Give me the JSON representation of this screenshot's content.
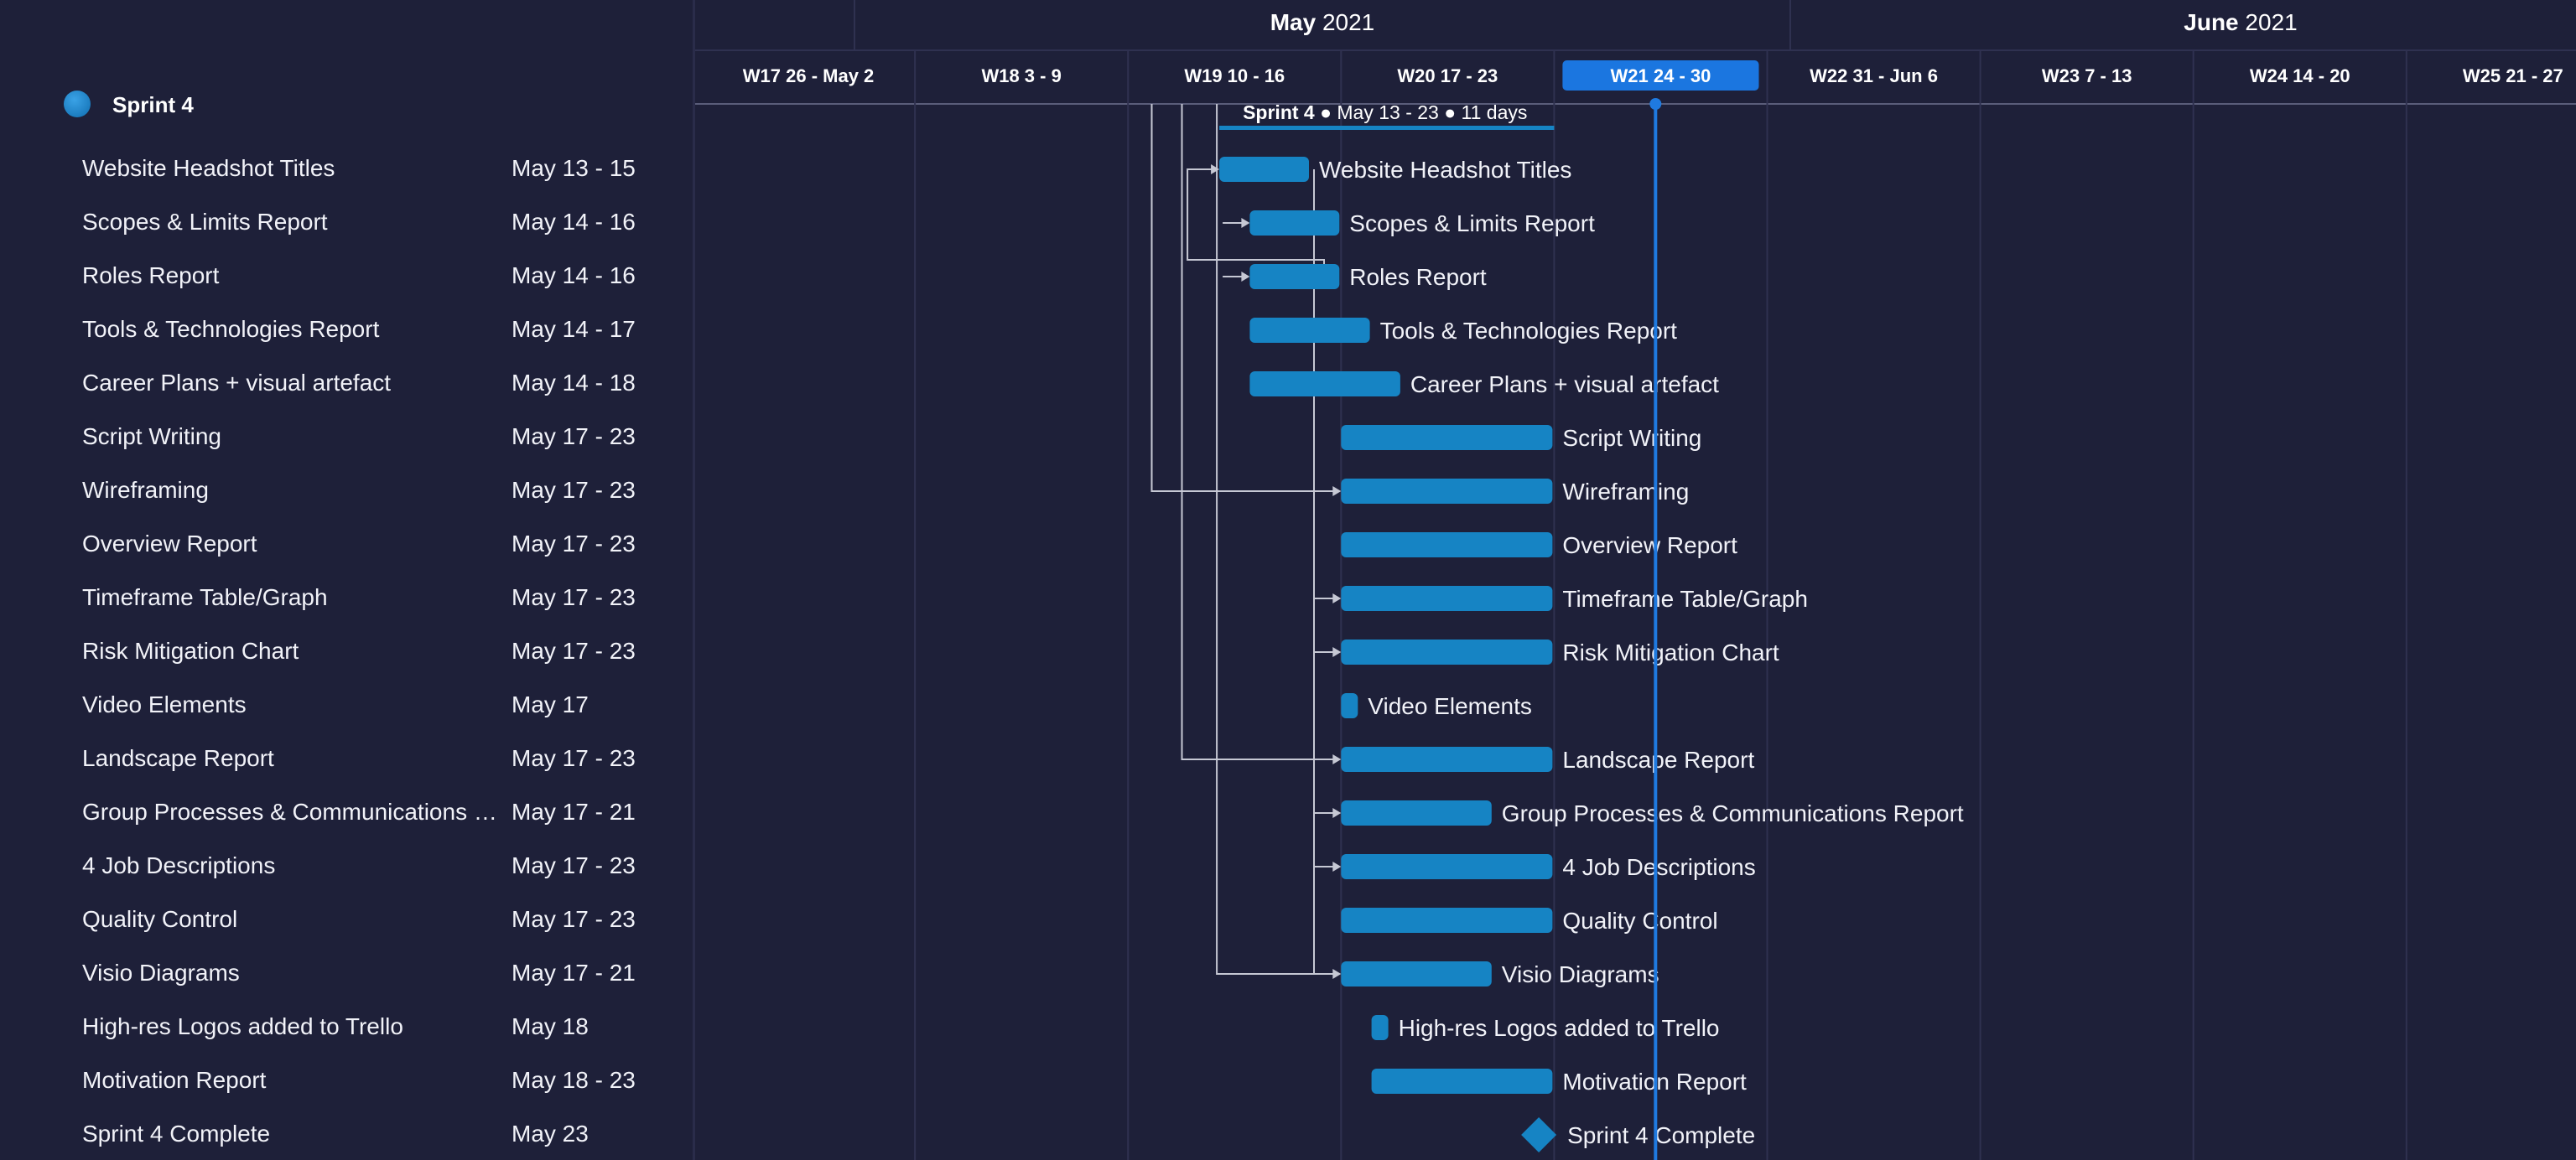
{
  "sprint": {
    "name": "Sprint 4",
    "summary": " ● May 13 - 23 ● 11 days"
  },
  "months": [
    {
      "bold": "May",
      "year": " 2021"
    },
    {
      "bold": "June",
      "year": " 2021"
    }
  ],
  "weeks": [
    {
      "code": "W17",
      "range": "26 - May 2"
    },
    {
      "code": "W18",
      "range": "3 - 9"
    },
    {
      "code": "W19",
      "range": "10 - 16"
    },
    {
      "code": "W20",
      "range": "17 - 23"
    },
    {
      "code": "W21",
      "range": "24 - 30",
      "current": true
    },
    {
      "code": "W22",
      "range": "31 - Jun 6"
    },
    {
      "code": "W23",
      "range": "7 - 13"
    },
    {
      "code": "W24",
      "range": "14 - 20"
    },
    {
      "code": "W25",
      "range": "21 - 27"
    }
  ],
  "tasks": [
    {
      "name": "Website Headshot Titles",
      "dates": "May 13 - 15",
      "start": "2021-05-13",
      "end": "2021-05-15"
    },
    {
      "name": "Scopes & Limits Report",
      "dates": "May 14 - 16",
      "start": "2021-05-14",
      "end": "2021-05-16"
    },
    {
      "name": "Roles Report",
      "dates": "May 14 - 16",
      "start": "2021-05-14",
      "end": "2021-05-16"
    },
    {
      "name": "Tools & Technologies Report",
      "dates": "May 14 - 17",
      "start": "2021-05-14",
      "end": "2021-05-17"
    },
    {
      "name": "Career Plans + visual artefact",
      "dates": "May 14 - 18",
      "start": "2021-05-14",
      "end": "2021-05-18"
    },
    {
      "name": "Script Writing",
      "dates": "May 17 - 23",
      "start": "2021-05-17",
      "end": "2021-05-23"
    },
    {
      "name": "Wireframing",
      "dates": "May 17 - 23",
      "start": "2021-05-17",
      "end": "2021-05-23"
    },
    {
      "name": "Overview Report",
      "dates": "May 17 - 23",
      "start": "2021-05-17",
      "end": "2021-05-23"
    },
    {
      "name": "Timeframe Table/Graph",
      "dates": "May 17 - 23",
      "start": "2021-05-17",
      "end": "2021-05-23"
    },
    {
      "name": "Risk Mitigation Chart",
      "dates": "May 17 - 23",
      "start": "2021-05-17",
      "end": "2021-05-23"
    },
    {
      "name": "Video Elements",
      "dates": "May 17",
      "start": "2021-05-17",
      "end": "2021-05-17"
    },
    {
      "name": "Landscape Report",
      "dates": "May 17 - 23",
      "start": "2021-05-17",
      "end": "2021-05-23"
    },
    {
      "name": "Group Processes & Communications Report",
      "dates": "May 17 - 21",
      "start": "2021-05-17",
      "end": "2021-05-21"
    },
    {
      "name": "4 Job Descriptions",
      "dates": "May 17 - 23",
      "start": "2021-05-17",
      "end": "2021-05-23"
    },
    {
      "name": "Quality Control",
      "dates": "May 17 - 23",
      "start": "2021-05-17",
      "end": "2021-05-23"
    },
    {
      "name": "Visio Diagrams",
      "dates": "May 17 - 21",
      "start": "2021-05-17",
      "end": "2021-05-21"
    },
    {
      "name": "High-res Logos added to Trello",
      "dates": "May 18",
      "start": "2021-05-18",
      "end": "2021-05-18"
    },
    {
      "name": "Motivation Report",
      "dates": "May 18 - 23",
      "start": "2021-05-18",
      "end": "2021-05-23"
    },
    {
      "name": "Sprint 4 Complete",
      "dates": "May 23",
      "start": "2021-05-23",
      "end": "2021-05-23",
      "milestone": true
    }
  ],
  "colors": {
    "background": "#1e2039",
    "bar": "#1684c4",
    "today_line": "#1f7ae0",
    "current_week": "#1b76e0",
    "grid": "#2f3150",
    "connector": "#c6c8d4"
  },
  "icons": {
    "sprint_marker": "circle-dot-icon",
    "milestone": "diamond-icon"
  }
}
